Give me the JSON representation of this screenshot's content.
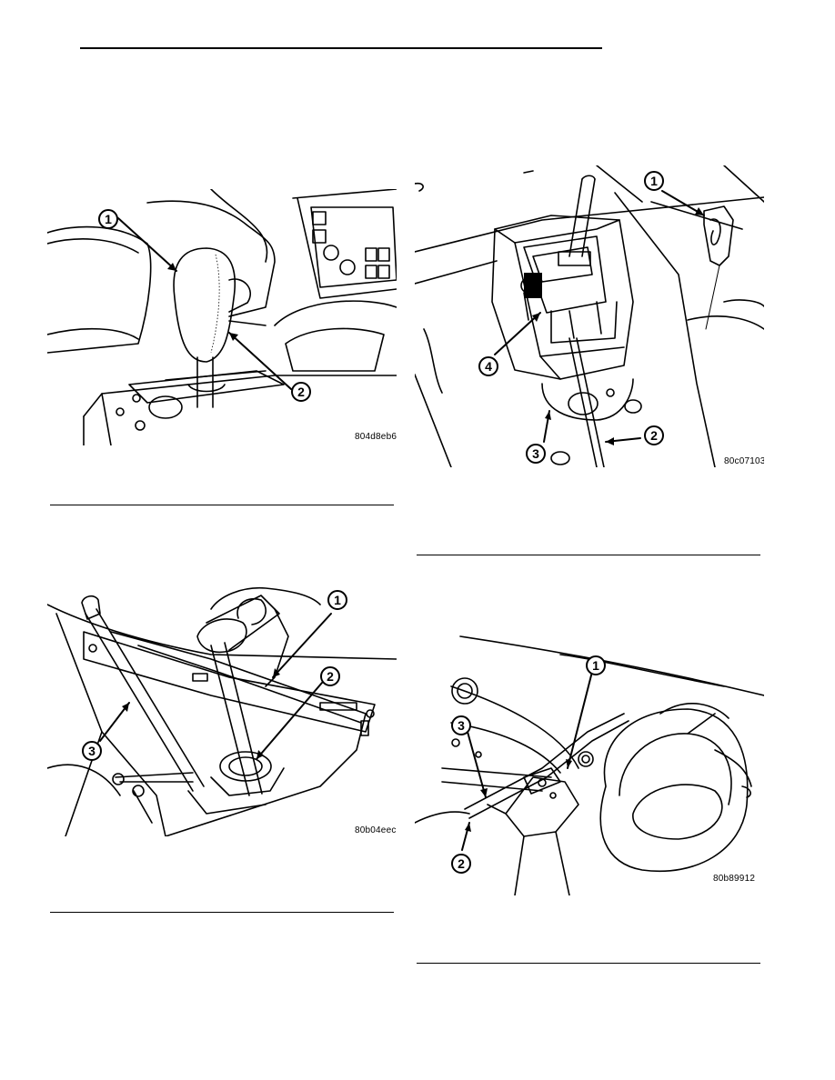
{
  "figures": [
    {
      "id": "fig1",
      "code": "804d8eb6",
      "callouts": [
        "1",
        "2"
      ]
    },
    {
      "id": "fig2",
      "code": "80b04eec",
      "callouts": [
        "1",
        "2",
        "3"
      ]
    },
    {
      "id": "fig3",
      "code": "80c07103",
      "callouts": [
        "1",
        "2",
        "3",
        "4"
      ]
    },
    {
      "id": "fig4",
      "code": "80b89912",
      "callouts": [
        "1",
        "2",
        "3"
      ]
    }
  ]
}
